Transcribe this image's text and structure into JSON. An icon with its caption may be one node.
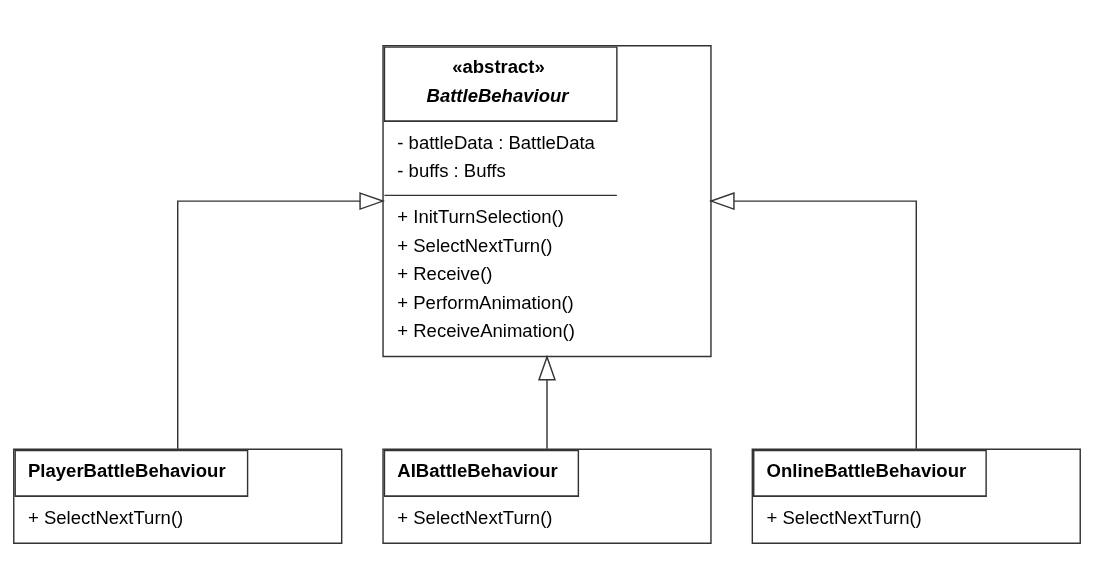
{
  "diagram": {
    "nodes": [
      {
        "text": [
          "«abstract»",
          "BattleBehaviour",
          "- battleData : BattleData",
          "- buffs : Buffs",
          "+ InitTurnSelection()",
          "+ SelectNextTurn()",
          "+ Receive()",
          "+ PerformAnimation()",
          "+ ReceiveAnimation()"
        ]
      },
      {
        "text": [
          "PlayerBattleBehaviour",
          "+ SelectNextTurn()"
        ]
      },
      {
        "text": [
          "AIBattleBehaviour",
          "+ SelectNextTurn()"
        ]
      },
      {
        "text": [
          "OnlineBattleBehaviour",
          "+ SelectNextTurn()"
        ]
      }
    ],
    "edges": [
      {
        "from": 1,
        "to": 0,
        "arrow": "to"
      },
      {
        "from": 2,
        "to": 0,
        "arrow": "to"
      },
      {
        "from": 3,
        "to": 0,
        "arrow": "to"
      }
    ]
  }
}
